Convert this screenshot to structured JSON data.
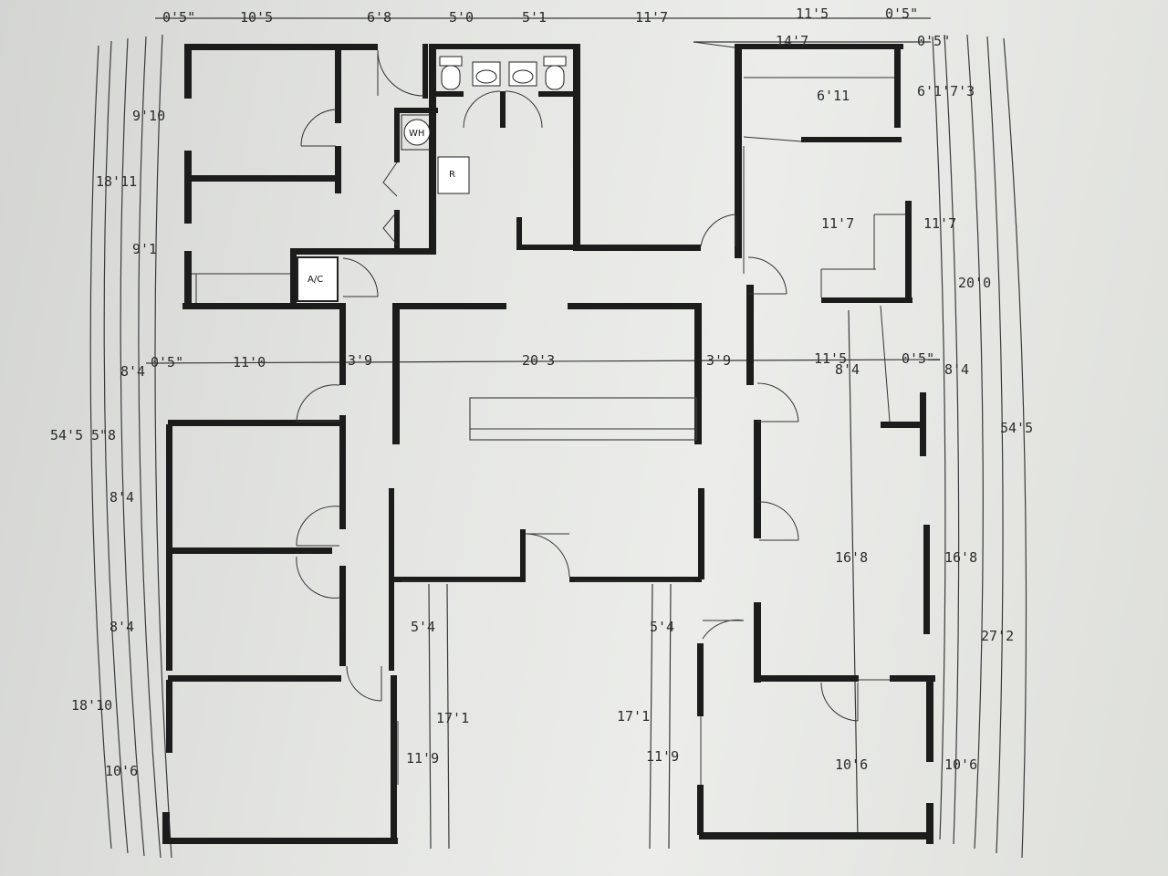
{
  "plan": {
    "top_dims": [
      "0'5\"",
      "10'5",
      "6'8",
      "5'0",
      "5'1",
      "11'7",
      "11'5",
      "0'5\"",
      "14'7",
      "0'5\""
    ],
    "upper_right_dims": [
      "6'11",
      "6'1'7'3",
      "11'7",
      "11'7",
      "20'0"
    ],
    "middle_dims": [
      "0'5\"",
      "11'0",
      "3'9",
      "20'3",
      "3'9",
      "11'5",
      "0'5\"",
      "8'4",
      "8'4"
    ],
    "left_dims": [
      "9'10",
      "18'11",
      "9'1",
      "8'4",
      "54'5",
      "5\"8",
      "8'4",
      "8'4",
      "18'10",
      "10'6"
    ],
    "right_dims": [
      "54'5",
      "16'8",
      "16'8",
      "27'2",
      "10'6",
      "10'6"
    ],
    "bottom_dims": [
      "5'4",
      "5'4",
      "17'1",
      "17'1",
      "11'9",
      "11'9"
    ],
    "fixture_labels": {
      "water_heater": "WH",
      "refrigerator": "R",
      "ac": "A/C"
    }
  }
}
